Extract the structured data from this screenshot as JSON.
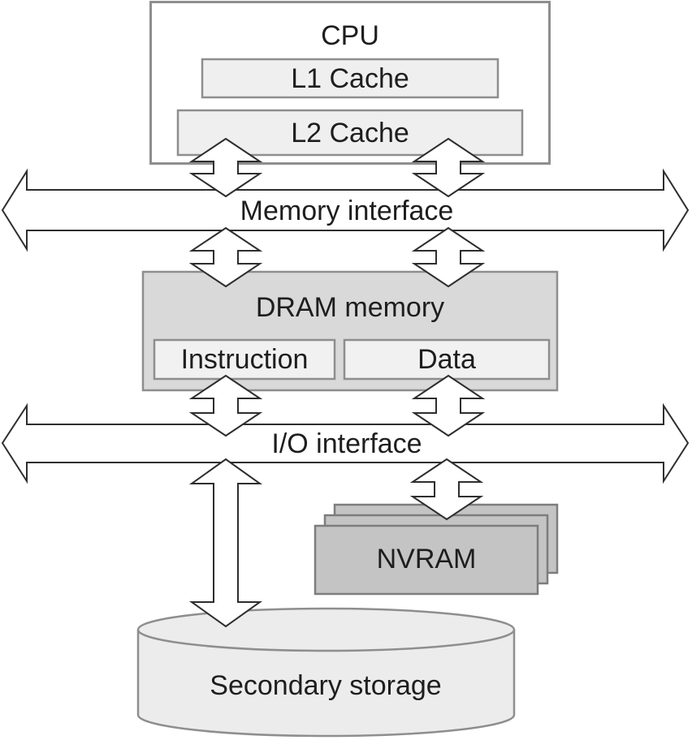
{
  "diagram": {
    "kind": "memory-hierarchy-block-diagram",
    "nodes": {
      "cpu": {
        "label": "CPU"
      },
      "l1_cache": {
        "label": "L1 Cache"
      },
      "l2_cache": {
        "label": "L2 Cache"
      },
      "memory_interface": {
        "label": "Memory interface"
      },
      "dram": {
        "label": "DRAM memory"
      },
      "dram_instruction": {
        "label": "Instruction"
      },
      "dram_data": {
        "label": "Data"
      },
      "io_interface": {
        "label": "I/O interface"
      },
      "nvram": {
        "label": "NVRAM"
      },
      "secondary_storage": {
        "label": "Secondary storage"
      }
    },
    "connections": [
      "CPU/L2 Cache <-> Memory interface (two double arrows)",
      "Memory interface <-> DRAM memory (two double arrows)",
      "DRAM memory <-> I/O interface (two double arrows)",
      "I/O interface <-> Secondary storage (long double arrow)",
      "I/O interface <-> NVRAM (double arrow)"
    ]
  },
  "colors": {
    "cpu_fill": "#ffffff",
    "cache_fill": "#efefef",
    "dram_fill": "#d9d9d9",
    "inner_fill": "#f1f1f1",
    "nvram_fill": "#c4c4c4",
    "cylinder_fill": "#ececec",
    "arrow_fill": "#ffffff",
    "box_border": "#8e8e8e",
    "arrow_stroke": "#2e2e2e",
    "text_color": "#1e1e1e"
  }
}
